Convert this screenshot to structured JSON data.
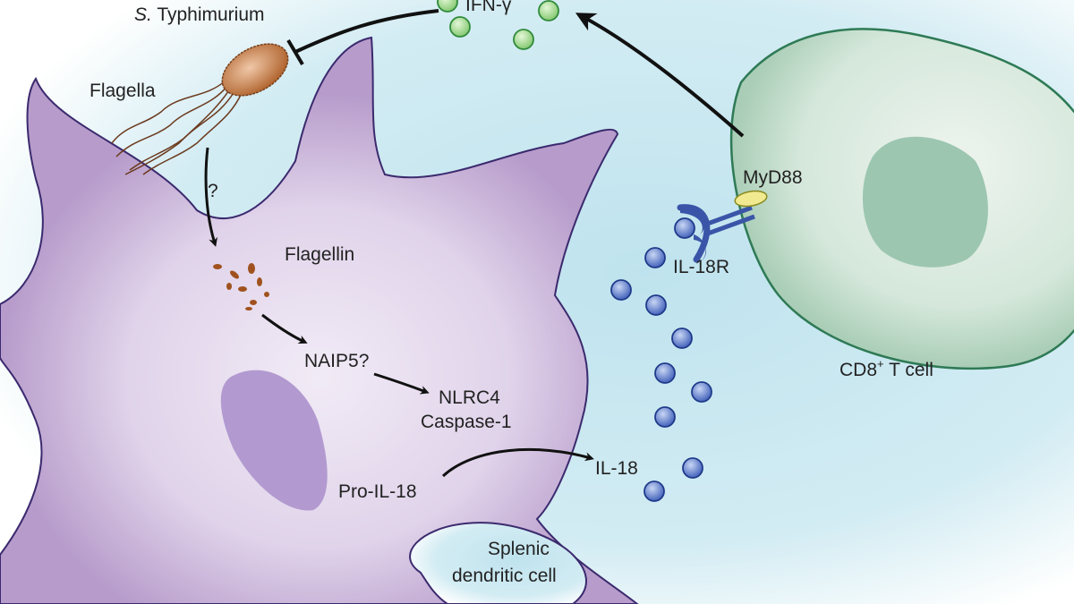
{
  "labels": {
    "bacterium_prefix": "S.",
    "bacterium": "Typhimurium",
    "flagella": "Flagella",
    "unknown_step": "?",
    "flagellin": "Flagellin",
    "naip5": "NAIP5?",
    "nlrc4": "NLRC4",
    "caspase1": "Caspase-1",
    "pro_il18": "Pro-IL-18",
    "il18": "IL-18",
    "ifng": "IFN-γ",
    "myd88": "MyD88",
    "il18r": "IL-18R",
    "tcell_main": "CD8",
    "tcell_sup": "+",
    "tcell_rest": " T cell",
    "dc_line1": "Splenic",
    "dc_line2": "dendritic cell"
  },
  "colors": {
    "background": "#cfe9f2",
    "dendritic_cell": "#b79ccb",
    "t_cell": "#d6e8dc",
    "t_cell_nucleus": "#9cc6b0",
    "il18_dots": "#5b78c8",
    "ifng_dots": "#9ed88c",
    "bacterium": "#b8703a",
    "myd88": "#f2ea90",
    "receptor": "#3a55a8"
  }
}
